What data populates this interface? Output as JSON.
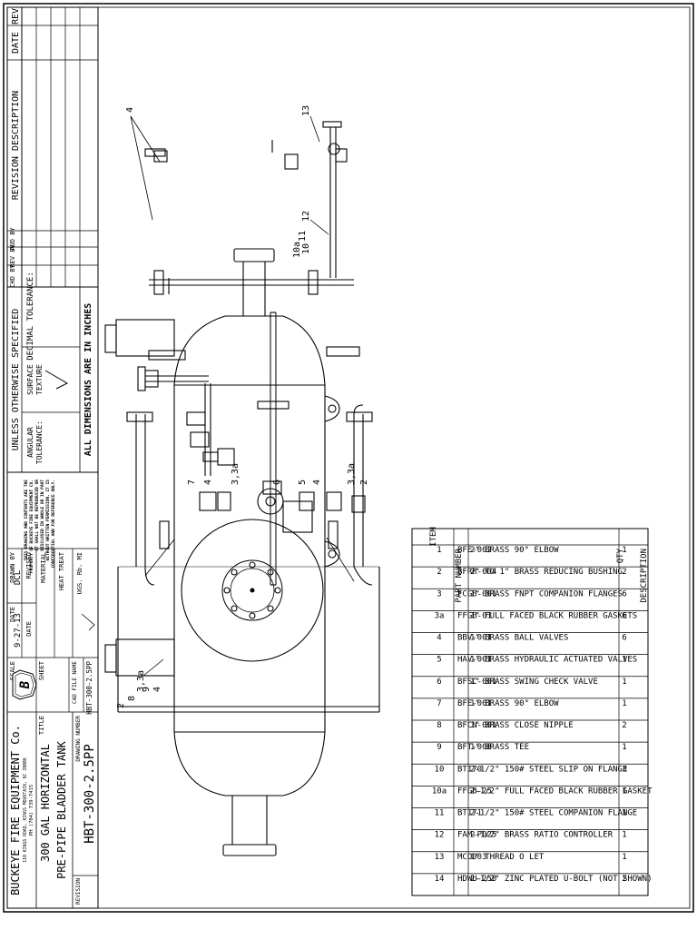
{
  "revision_block": {
    "col_rev": "REV",
    "col_date": "DATE",
    "col_description": "REVISION DESCRIPTION",
    "col_aud_by": "AUD BY",
    "col_rev_by": "REV BY",
    "col_chd_by": "CHD BY"
  },
  "tolerance_block": {
    "unless_otherwise": "UNLESS OTHERWISE SPECIFIED",
    "decimal": "DECIMAL TOLERANCE:",
    "surface": "SURFACE",
    "texture": "TEXTURE",
    "angular": "ANGULAR",
    "angular2": "TOLERANCE:",
    "all_dims": "ALL DIMENSIONS ARE IN INCHES",
    "proprietary": [
      "THIS DRAWING AND CONTENTS ARE THE",
      "PROPERTY OF BUCKEYE FIRE EQUIPMENT CO.",
      "IT SHALL NOT BE REPRODUCED OR",
      "DISCLOSED IN WHOLE OR IN PART",
      "WITHOUT WRITTEN PERMISSION. IT IS",
      "CONFIDENTIAL AND FOR REFERENCE ONLY."
    ]
  },
  "title_block": {
    "drawn_by_label": "DRAWN BY",
    "drawn_by": "DCL",
    "date_label": "DATE",
    "date": "9-27-13",
    "revised_label": "REVISED",
    "revised_date_label": "DATE",
    "material_label": "MATERIAL",
    "heat_treat_label": "HEAT TREAT",
    "weight_label": "UGS. Rb. MI",
    "scale_label": "SCALE",
    "sheet_label": "SHEET",
    "cad_file_label": "CAD FILE NAME",
    "cad_file": "HBT-300-2.5PP",
    "company": "BUCKEYE FIRE EQUIPMENT Co.",
    "company_address": "110 KINGS ROAD, KINGS MOUNTAIN, NC 28086",
    "company_phone": "PH (704) 739-7415",
    "title_label": "TITLE",
    "title_line1": "300 GAL HORIZONTAL",
    "title_line2": "PRE-PIPE BLADDER TANK",
    "drawing_number_label": "DRAWING NUMBER",
    "drawing_number": "HBT-300-2.5PP",
    "revision_label": "REVISION",
    "logo_letter": "B"
  },
  "bom": {
    "headers": [
      "ITEM",
      "PART NUMBER",
      "QTY",
      "DESCRIPTION"
    ],
    "rows": [
      [
        "1",
        "BFE-002",
        "1",
        "2\" BRASS 90° ELBOW"
      ],
      [
        "2",
        "BFRR-004",
        "2",
        "2\" TO 1\" BRASS REDUCING BUSHING"
      ],
      [
        "3",
        "FCGB-001",
        "6",
        "1\" BRASS FNPT COMPANION FLANGES"
      ],
      [
        "3a",
        "FFGB-01",
        "6",
        "1\" FULL FACED BLACK RUBBER GASKETS"
      ],
      [
        "4",
        "BBV-001",
        "6",
        "1\" BRASS BALL VALVES"
      ],
      [
        "5",
        "HAV-001",
        "1",
        "1\" BRASS HYDRAULIC ACTUATED VALVES"
      ],
      [
        "6",
        "BFSC-001",
        "1",
        "1\" BRASS SWING CHECK VALVE"
      ],
      [
        "7",
        "BFE-001",
        "1",
        "1\" BRASS 90° ELBOW"
      ],
      [
        "8",
        "BFCN-001",
        "2",
        "1\" BRASS CLOSE NIPPLE"
      ],
      [
        "9",
        "BFT-008",
        "1",
        "1\" BRASS TEE"
      ],
      [
        "10",
        "BT170",
        "3",
        "2-1/2\" 150# STEEL SLIP ON FLANGE"
      ],
      [
        "10a",
        "FFGB-25",
        "1",
        "2-1/2\" FULL FACED BLACK RUBBER GASKET"
      ],
      [
        "11",
        "BT171",
        "1",
        "2-1/2\" 150# STEEL COMPANION FLANGE"
      ],
      [
        "12",
        "FAM-P025",
        "1",
        "2-1/2\" BRASS RATIO CONTROLLER"
      ],
      [
        "13",
        "MCO003",
        "1",
        "1\" THREAD O LET"
      ],
      [
        "14",
        "HDWU-250",
        "2",
        "2-1/2\" ZINC PLATED U-BOLT (NOT SHOWN)"
      ]
    ]
  },
  "callouts": {
    "top_view": [
      "4",
      "13",
      "12",
      "11",
      "10",
      "10a"
    ],
    "end_view": [
      "3,3a",
      "2",
      "4",
      "5",
      "6",
      "3,3a",
      "4",
      "7"
    ],
    "end_view_right": [
      "3,3a",
      "8",
      "2",
      "4",
      "9"
    ]
  }
}
